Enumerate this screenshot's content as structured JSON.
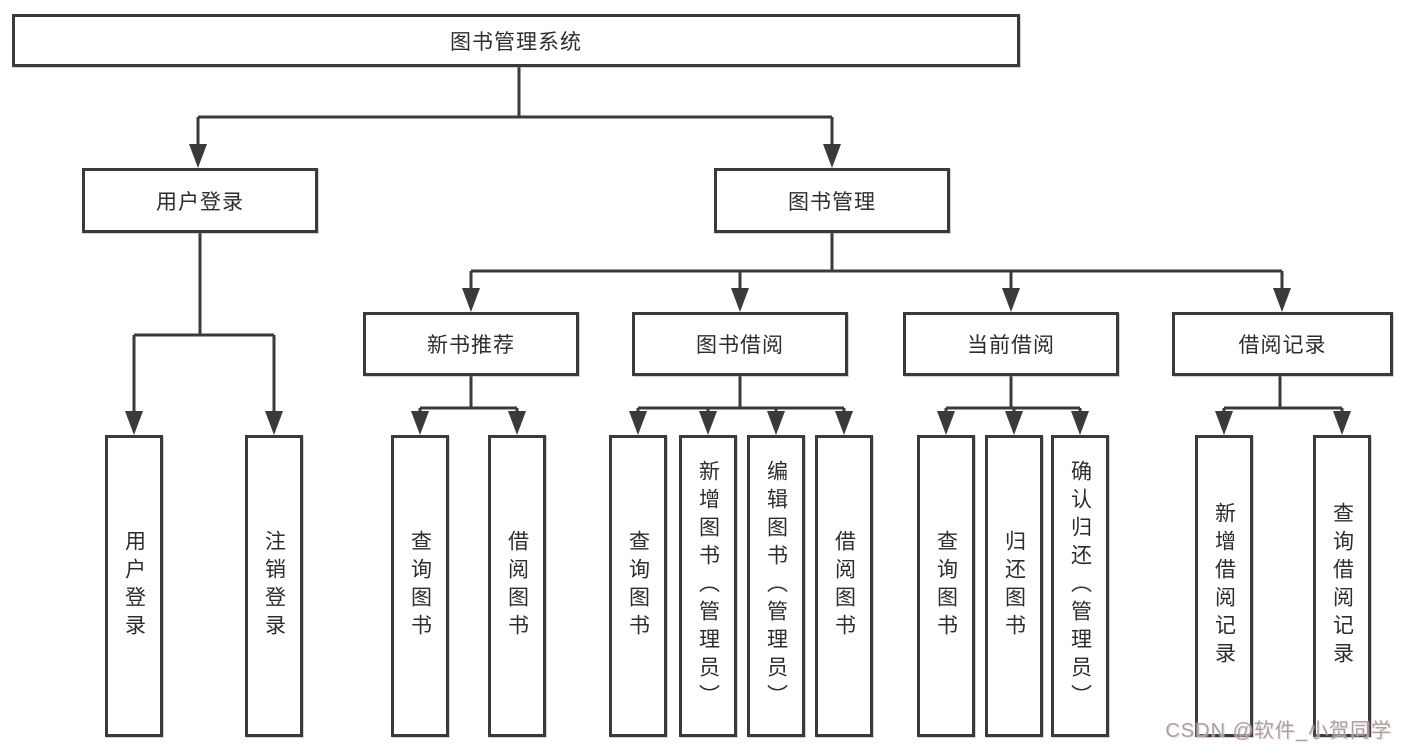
{
  "tree": {
    "root": {
      "label": "图书管理系统"
    },
    "children": [
      {
        "label": "用户登录",
        "children": [
          {
            "label": "用户登录"
          },
          {
            "label": "注销登录"
          }
        ]
      },
      {
        "label": "图书管理",
        "children": [
          {
            "label": "新书推荐",
            "children": [
              {
                "label": "查询图书"
              },
              {
                "label": "借阅图书"
              }
            ]
          },
          {
            "label": "图书借阅",
            "children": [
              {
                "label": "查询图书"
              },
              {
                "label": "新增图书（管理员）"
              },
              {
                "label": "编辑图书（管理员）"
              },
              {
                "label": "借阅图书"
              }
            ]
          },
          {
            "label": "当前借阅",
            "children": [
              {
                "label": "查询图书"
              },
              {
                "label": "归还图书"
              },
              {
                "label": "确认归还（管理员）"
              }
            ]
          },
          {
            "label": "借阅记录",
            "children": [
              {
                "label": "新增借阅记录"
              },
              {
                "label": "查询借阅记录"
              }
            ]
          }
        ]
      }
    ]
  },
  "watermark": {
    "text": "CSDN @软件_小贺同学"
  },
  "colors": {
    "line": "#3a3a3a",
    "border": "#3a3a3a",
    "text": "#2d2d2d",
    "watermark": "#a2a2a2"
  }
}
